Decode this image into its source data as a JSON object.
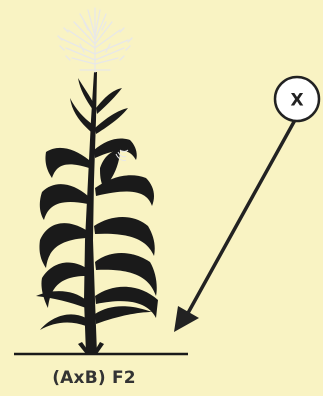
{
  "diagram": {
    "marker_label": "X",
    "caption": "(AxB) F2"
  },
  "colors": {
    "background": "#f9f3c3",
    "plant": "#1a1a1a",
    "tassel": "#e8e8e8",
    "marker_circle_fill": "#ffffff",
    "marker_circle_stroke": "#222222",
    "arrow": "#222222",
    "ground_line": "#1a1a1a",
    "caption_text": "#333333"
  },
  "icons": {
    "plant": "corn-plant-silhouette-icon",
    "marker": "labelled-circle-marker",
    "arrow": "pointer-arrow-icon"
  }
}
